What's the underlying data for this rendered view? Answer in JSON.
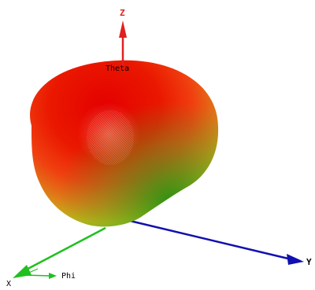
{
  "view": {
    "background": "#ffffff",
    "axes": {
      "z": {
        "label": "Z",
        "color": "#e02020"
      },
      "y": {
        "label": "Y",
        "color": "#1010b0"
      },
      "x": {
        "label": "X",
        "color": "#20c020"
      }
    },
    "angle_labels": {
      "theta": "Theta",
      "phi": "Phi"
    },
    "pattern": {
      "colormap": [
        "#e00000",
        "#f03000",
        "#e06010",
        "#c8b010",
        "#60c020",
        "#20a020"
      ],
      "shape": "radiation-pattern-lobe"
    }
  }
}
